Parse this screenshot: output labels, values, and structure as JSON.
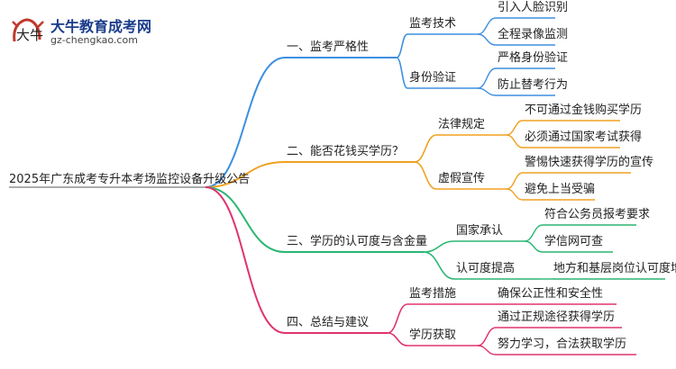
{
  "logo": {
    "name": "大牛教育成考网",
    "site": "gz-chengkao.com"
  },
  "root": "2025年广东成考专升本考场监控设备升级公告",
  "branches": [
    {
      "label": "一、监考严格性",
      "color": "#3d8fe0",
      "children": [
        {
          "label": "监考技术",
          "leaves": [
            "引入人脸识别",
            "全程录像监测"
          ]
        },
        {
          "label": "身份验证",
          "leaves": [
            "严格身份验证",
            "防止替考行为"
          ]
        }
      ]
    },
    {
      "label": "二、能否花钱买学历？",
      "color": "#f0a020",
      "children": [
        {
          "label": "法律规定",
          "leaves": [
            "不可通过金钱购买学历",
            "必须通过国家考试获得"
          ]
        },
        {
          "label": "虚假宣传",
          "leaves": [
            "警惕快速获得学历的宣传",
            "避免上当受骗"
          ]
        }
      ]
    },
    {
      "label": "三、学历的认可度与含金量",
      "color": "#2bb673",
      "children": [
        {
          "label": "国家承认",
          "leaves": [
            "符合公务员报考要求",
            "学信网可查"
          ]
        },
        {
          "label": "认可度提高",
          "leaves": [
            "地方和基层岗位认可度增加"
          ]
        }
      ]
    },
    {
      "label": "四、总结与建议",
      "color": "#e0336e",
      "children": [
        {
          "label": "监考措施",
          "leaves": [
            "确保公正性和安全性"
          ]
        },
        {
          "label": "学历获取",
          "leaves": [
            "通过正规途径获得学历",
            "努力学习，合法获取学历"
          ]
        }
      ]
    }
  ]
}
